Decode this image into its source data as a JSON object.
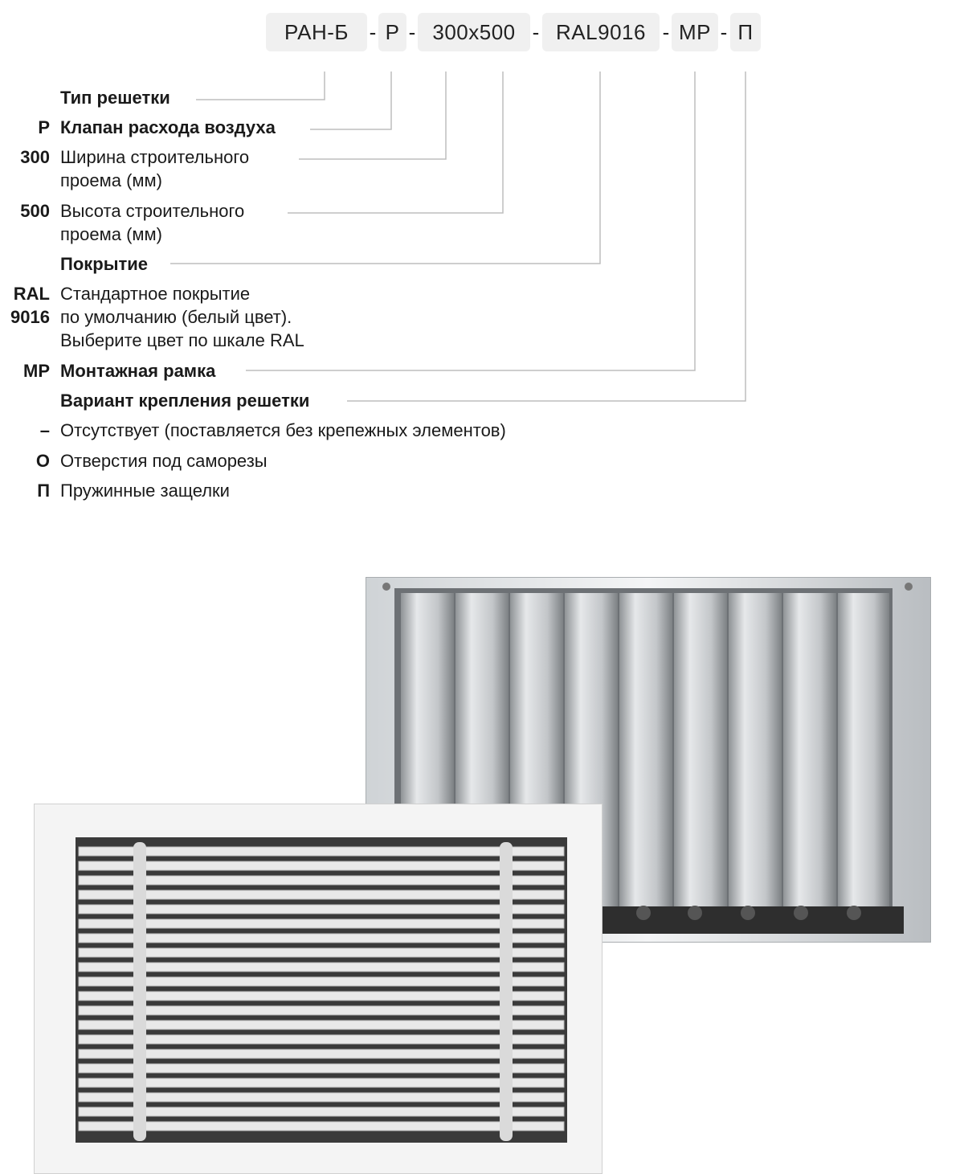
{
  "code": {
    "parts": [
      "РАН-Б",
      "Р",
      "300х500",
      "RAL9016",
      "МР",
      "П"
    ],
    "separator": "-"
  },
  "legend": [
    {
      "key": "",
      "text": "Тип решетки",
      "bold": true
    },
    {
      "key": "Р",
      "text": "Клапан расхода воздуха",
      "bold": true
    },
    {
      "key": "300",
      "text": "Ширина строительного\nпроема (мм)",
      "bold": false
    },
    {
      "key": "500",
      "text": "Высота строительного\nпроема (мм)",
      "bold": false
    },
    {
      "key": "",
      "text": "Покрытие",
      "bold": true
    },
    {
      "key": "RAL\n9016",
      "text": "Стандартное покрытие\nпо умолчанию (белый цвет).\nВыберите цвет по шкале RAL",
      "bold": false
    },
    {
      "key": "МР",
      "text": "Монтажная рамка",
      "bold": true
    },
    {
      "key": "",
      "text": "Вариант крепления решетки",
      "bold": true
    },
    {
      "key": "–",
      "text": "Отсутствует (поставляется без крепежных элементов)",
      "bold": false
    },
    {
      "key": "О",
      "text": "Отверстия под саморезы",
      "bold": false
    },
    {
      "key": "П",
      "text": "Пружинные защелки",
      "bold": false
    }
  ],
  "images": {
    "back_view": "damper-rear-photo",
    "front_view": "grille-front-photo"
  },
  "colors": {
    "code_box": "#f0f0f0",
    "leader_line": "#bdbdbd",
    "grille_white": "#f2f2f2"
  }
}
